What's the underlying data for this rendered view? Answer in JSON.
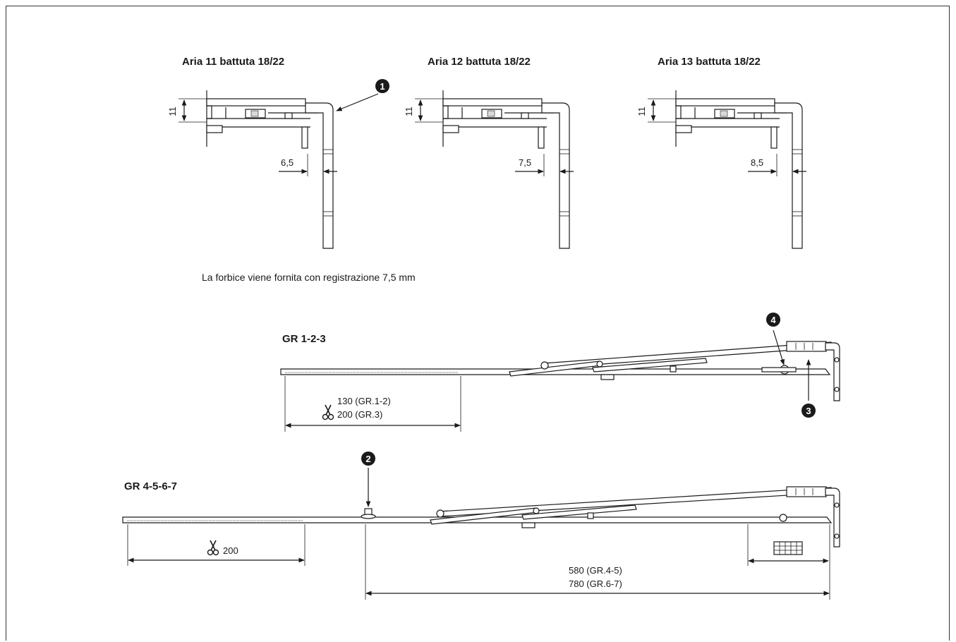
{
  "profiles": [
    {
      "title": "Aria 11 battuta 18/22",
      "height_dim": "11",
      "offset_dim": "6,5",
      "callout": "1"
    },
    {
      "title": "Aria 12 battuta 18/22",
      "height_dim": "11",
      "offset_dim": "7,5"
    },
    {
      "title": "Aria 13 battuta 18/22",
      "height_dim": "11",
      "offset_dim": "8,5"
    }
  ],
  "note": "La forbice viene fornita con registrazione 7,5 mm",
  "gr123": {
    "title": "GR 1-2-3",
    "cut_line1": "130 (GR.1-2)",
    "cut_line2": "200 (GR.3)",
    "callout_a": "4",
    "callout_b": "3"
  },
  "gr4567": {
    "title": "GR 4-5-6-7",
    "cut_label": "200",
    "callout": "2",
    "length_line1": "580 (GR.4-5)",
    "length_line2": "780 (GR.6-7)"
  },
  "icons": [
    "scissors-icon",
    "keypad-icon",
    "callout-badge"
  ]
}
